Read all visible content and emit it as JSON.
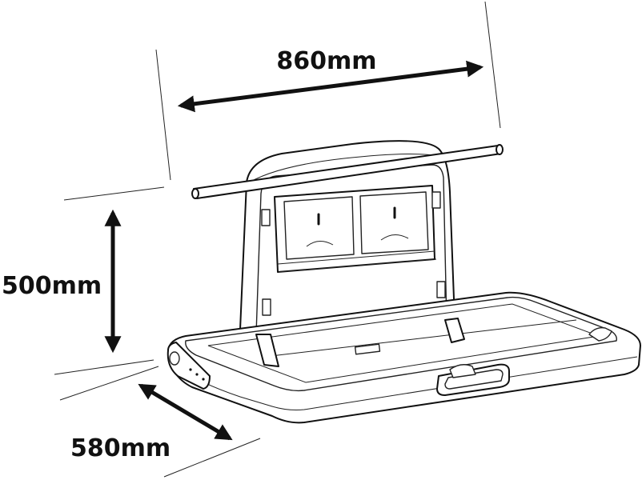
{
  "dimensions": {
    "width": "860mm",
    "height": "500mm",
    "depth": "580mm"
  },
  "colors": {
    "line": "#111111",
    "background": "#ffffff"
  }
}
